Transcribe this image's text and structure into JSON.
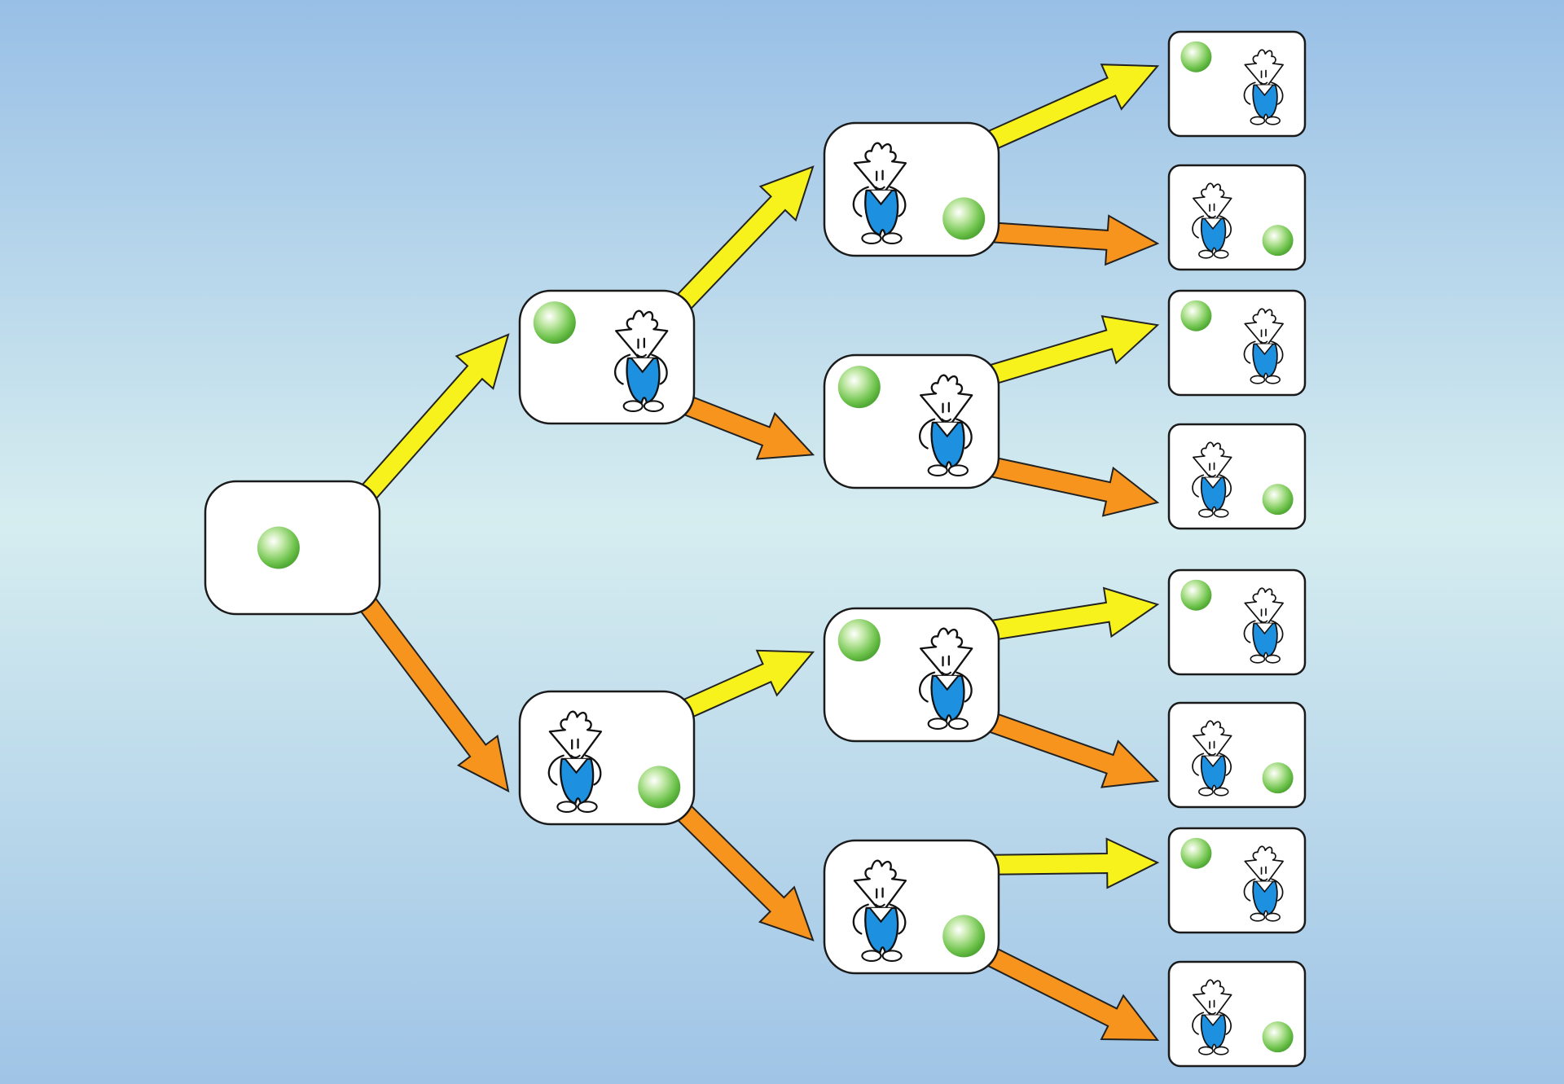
{
  "diagram": {
    "type": "branching-tree",
    "colors": {
      "background_top": "#98bfe6",
      "background_middle": "#d6edf0",
      "box_fill": "#ffffff",
      "box_stroke": "#1a1a1a",
      "arrow_upper": "#f7f21c",
      "arrow_lower": "#f7941d",
      "ball": "#6cc24a",
      "figure_body": "#1e90e0"
    },
    "nodes": [
      {
        "id": "root",
        "ball": "center",
        "figure": "none",
        "children": [
          "n1",
          "n2"
        ]
      },
      {
        "id": "n1",
        "ball": "left",
        "figure": "right",
        "children": [
          "n3",
          "n4"
        ]
      },
      {
        "id": "n2",
        "ball": "right",
        "figure": "left",
        "children": [
          "n5",
          "n6"
        ]
      },
      {
        "id": "n3",
        "ball": "right",
        "figure": "left",
        "children": [
          "l1",
          "l2"
        ]
      },
      {
        "id": "n4",
        "ball": "left",
        "figure": "right",
        "children": [
          "l3",
          "l4"
        ]
      },
      {
        "id": "n5",
        "ball": "left",
        "figure": "right",
        "children": [
          "l5",
          "l6"
        ]
      },
      {
        "id": "n6",
        "ball": "right",
        "figure": "left",
        "children": [
          "l7",
          "l8"
        ]
      },
      {
        "id": "l1",
        "ball": "left",
        "figure": "right"
      },
      {
        "id": "l2",
        "ball": "right",
        "figure": "left"
      },
      {
        "id": "l3",
        "ball": "left",
        "figure": "right"
      },
      {
        "id": "l4",
        "ball": "right",
        "figure": "left"
      },
      {
        "id": "l5",
        "ball": "left",
        "figure": "right"
      },
      {
        "id": "l6",
        "ball": "right",
        "figure": "left"
      },
      {
        "id": "l7",
        "ball": "left",
        "figure": "right"
      },
      {
        "id": "l8",
        "ball": "right",
        "figure": "left"
      }
    ],
    "edges": [
      {
        "from": "root",
        "to": "n1",
        "color": "yellow"
      },
      {
        "from": "root",
        "to": "n2",
        "color": "orange"
      },
      {
        "from": "n1",
        "to": "n3",
        "color": "yellow"
      },
      {
        "from": "n1",
        "to": "n4",
        "color": "orange"
      },
      {
        "from": "n2",
        "to": "n5",
        "color": "yellow"
      },
      {
        "from": "n2",
        "to": "n6",
        "color": "orange"
      },
      {
        "from": "n3",
        "to": "l1",
        "color": "yellow"
      },
      {
        "from": "n3",
        "to": "l2",
        "color": "orange"
      },
      {
        "from": "n4",
        "to": "l3",
        "color": "yellow"
      },
      {
        "from": "n4",
        "to": "l4",
        "color": "orange"
      },
      {
        "from": "n5",
        "to": "l5",
        "color": "yellow"
      },
      {
        "from": "n5",
        "to": "l6",
        "color": "orange"
      },
      {
        "from": "n6",
        "to": "l7",
        "color": "yellow"
      },
      {
        "from": "n6",
        "to": "l8",
        "color": "orange"
      }
    ]
  }
}
